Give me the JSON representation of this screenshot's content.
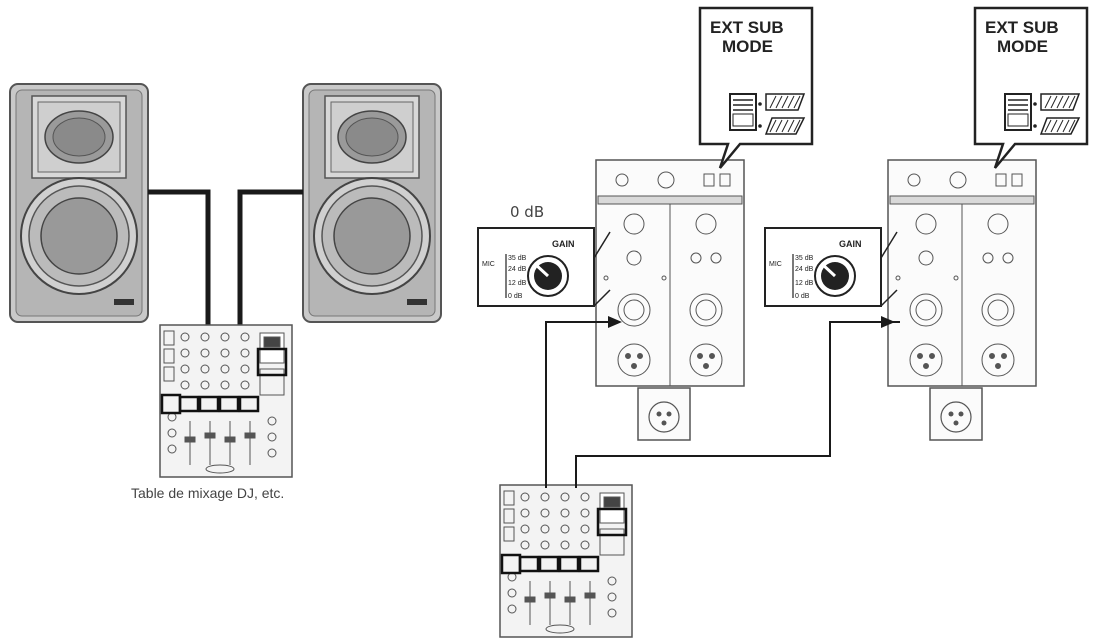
{
  "callout": {
    "line1": "EXT SUB",
    "line2": "MODE"
  },
  "zero_db": "0 dB",
  "gain": {
    "title": "GAIN",
    "side": "MIC",
    "marks": [
      "35 dB",
      "24 dB",
      "12 dB",
      "0 dB"
    ]
  },
  "mixer_caption": "Table de mixage DJ, etc.",
  "colors": {
    "line": "#1a1a1a",
    "speaker_face": "#bdbdbd",
    "speaker_edge": "#6e6e6e",
    "woofer": "#8c8c8c"
  }
}
